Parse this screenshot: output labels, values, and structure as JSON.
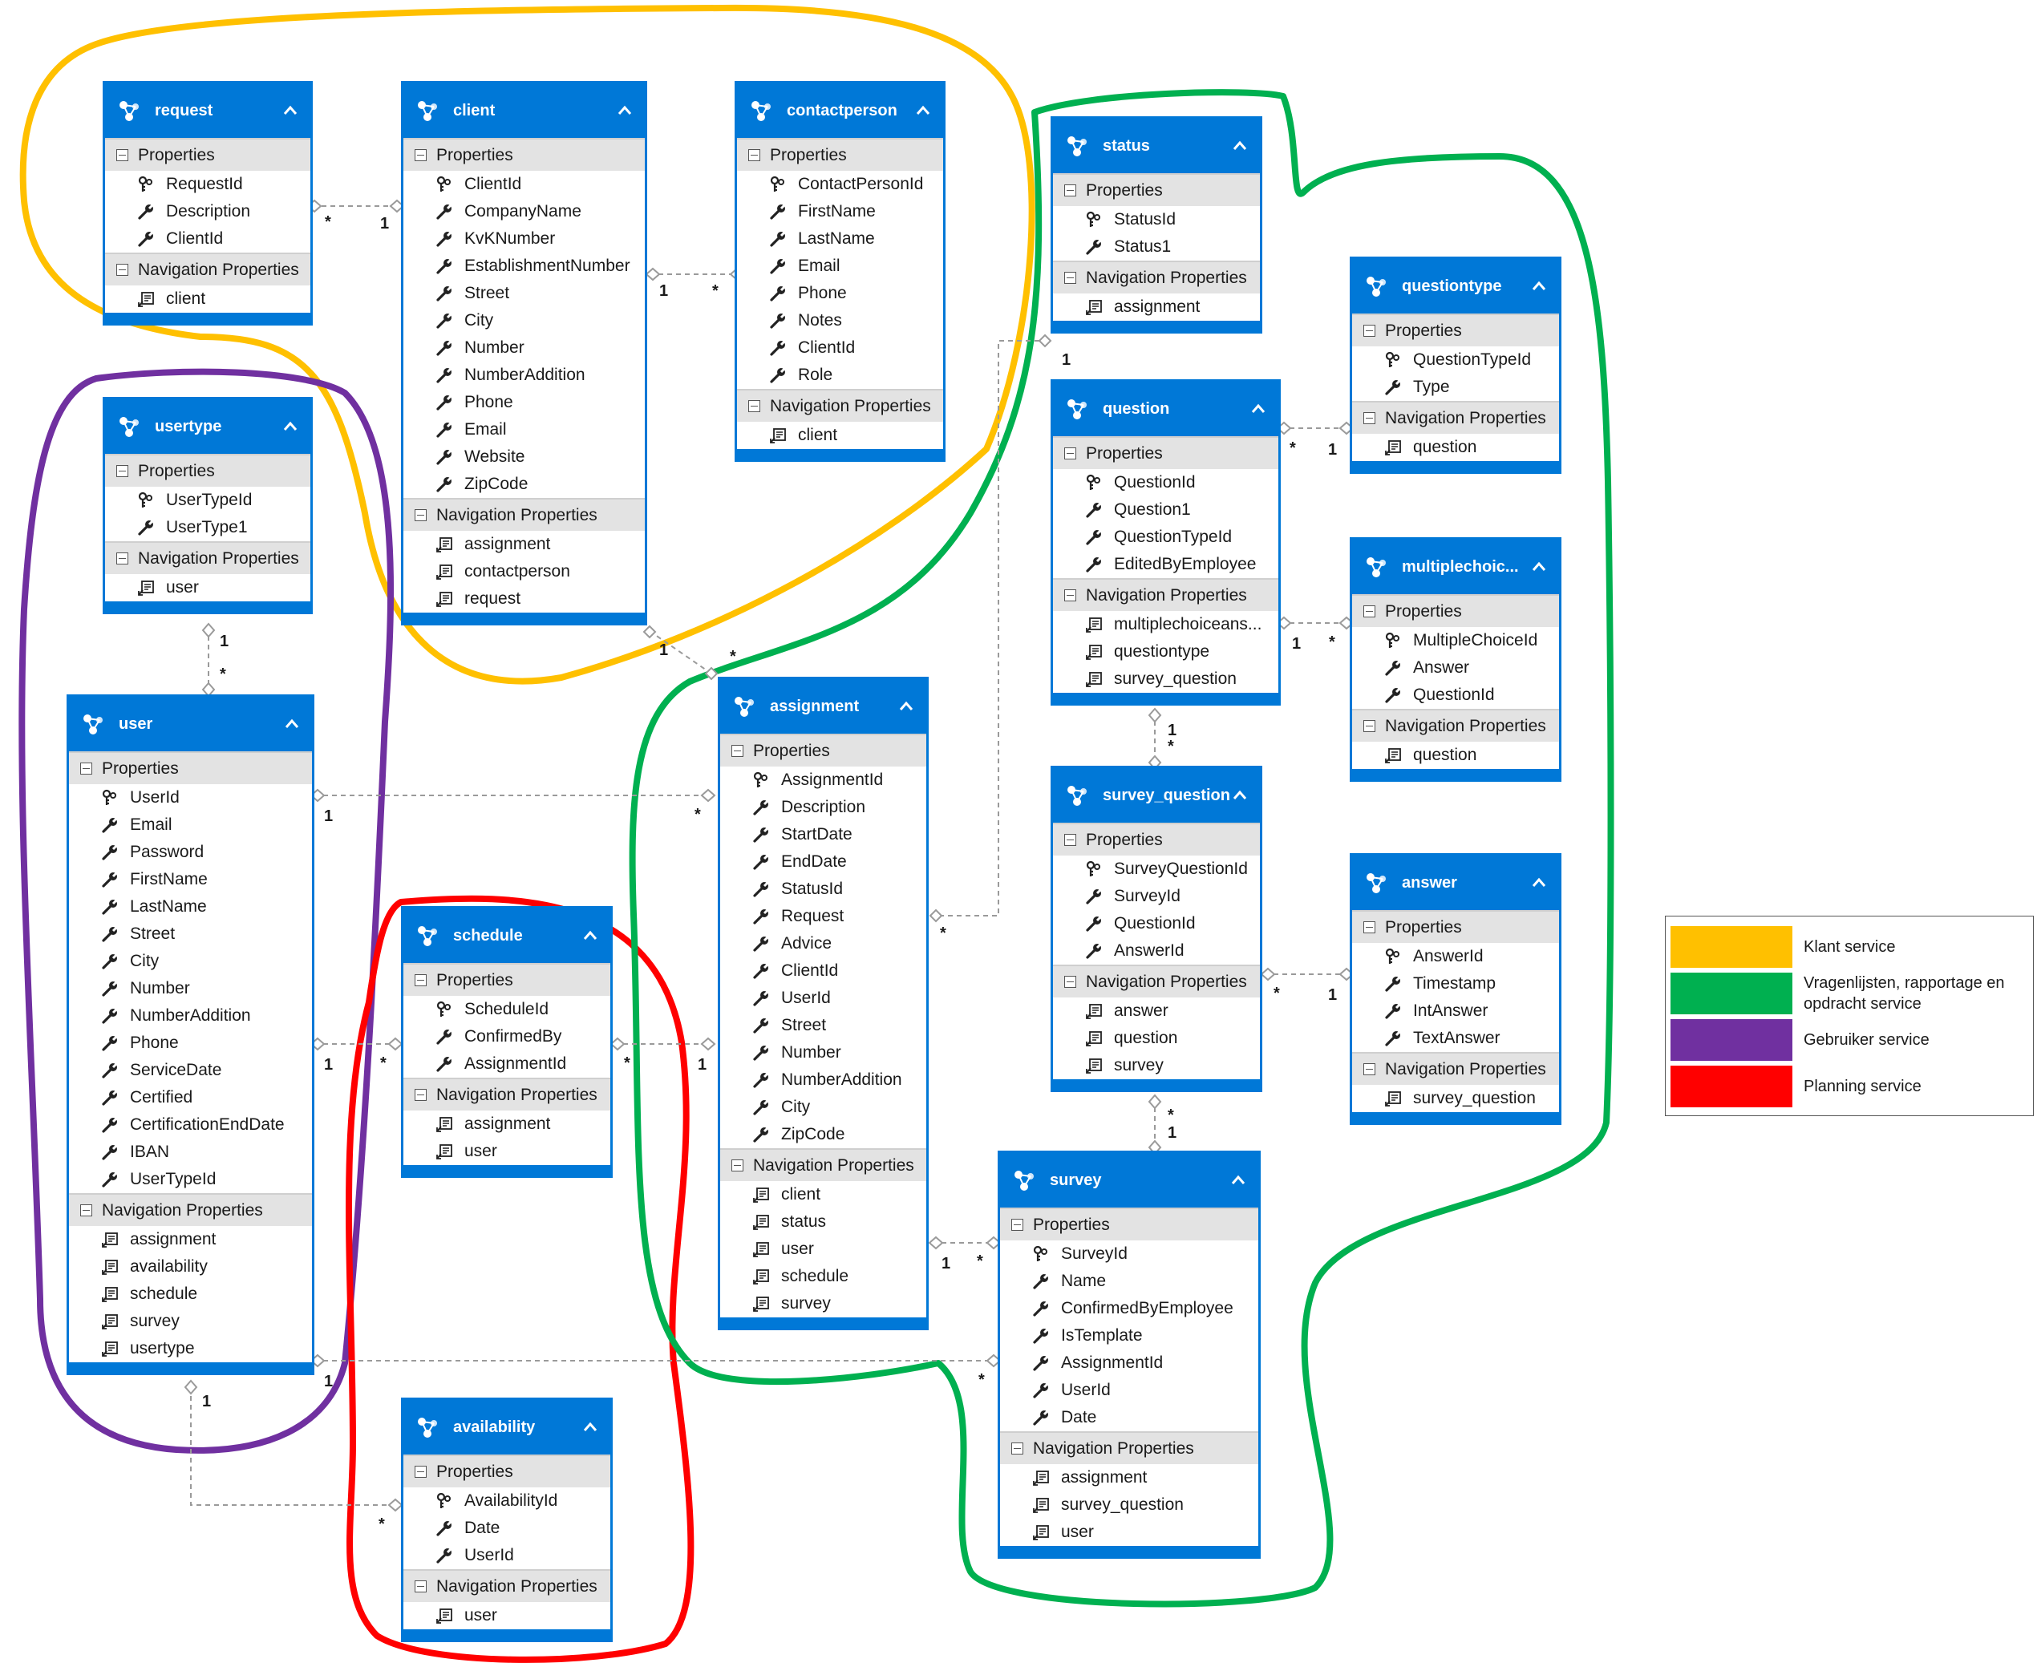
{
  "labels": {
    "properties": "Properties",
    "navigation": "Navigation Properties"
  },
  "colors": {
    "entity_blue": "#0078d7",
    "klant": "#ffc000",
    "vragen": "#00b050",
    "gebruiker": "#7030a0",
    "planning": "#ff0000"
  },
  "entities": {
    "request": {
      "title": "request",
      "properties": [
        "RequestId",
        "Description",
        "ClientId"
      ],
      "navigation": [
        "client"
      ]
    },
    "client": {
      "title": "client",
      "properties": [
        "ClientId",
        "CompanyName",
        "KvKNumber",
        "EstablishmentNumber",
        "Street",
        "City",
        "Number",
        "NumberAddition",
        "Phone",
        "Email",
        "Website",
        "ZipCode"
      ],
      "navigation": [
        "assignment",
        "contactperson",
        "request"
      ]
    },
    "contactperson": {
      "title": "contactperson",
      "properties": [
        "ContactPersonId",
        "FirstName",
        "LastName",
        "Email",
        "Phone",
        "Notes",
        "ClientId",
        "Role"
      ],
      "navigation": [
        "client"
      ]
    },
    "status": {
      "title": "status",
      "properties": [
        "StatusId",
        "Status1"
      ],
      "navigation": [
        "assignment"
      ]
    },
    "questiontype": {
      "title": "questiontype",
      "properties": [
        "QuestionTypeId",
        "Type"
      ],
      "navigation": [
        "question"
      ]
    },
    "question": {
      "title": "question",
      "properties": [
        "QuestionId",
        "Question1",
        "QuestionTypeId",
        "EditedByEmployee"
      ],
      "navigation": [
        "multiplechoiceans...",
        "questiontype",
        "survey_question"
      ]
    },
    "multiplechoice": {
      "title": "multiplechoic...",
      "properties": [
        "MultipleChoiceId",
        "Answer",
        "QuestionId"
      ],
      "navigation": [
        "question"
      ]
    },
    "usertype": {
      "title": "usertype",
      "properties": [
        "UserTypeId",
        "UserType1"
      ],
      "navigation": [
        "user"
      ]
    },
    "user": {
      "title": "user",
      "properties": [
        "UserId",
        "Email",
        "Password",
        "FirstName",
        "LastName",
        "Street",
        "City",
        "Number",
        "NumberAddition",
        "Phone",
        "ServiceDate",
        "Certified",
        "CertificationEndDate",
        "IBAN",
        "UserTypeId"
      ],
      "navigation": [
        "assignment",
        "availability",
        "schedule",
        "survey",
        "usertype"
      ]
    },
    "assignment": {
      "title": "assignment",
      "properties": [
        "AssignmentId",
        "Description",
        "StartDate",
        "EndDate",
        "StatusId",
        "Request",
        "Advice",
        "ClientId",
        "UserId",
        "Street",
        "Number",
        "NumberAddition",
        "City",
        "ZipCode"
      ],
      "navigation": [
        "client",
        "status",
        "user",
        "schedule",
        "survey"
      ]
    },
    "survey_question": {
      "title": "survey_question",
      "properties": [
        "SurveyQuestionId",
        "SurveyId",
        "QuestionId",
        "AnswerId"
      ],
      "navigation": [
        "answer",
        "question",
        "survey"
      ]
    },
    "answer": {
      "title": "answer",
      "properties": [
        "AnswerId",
        "Timestamp",
        "IntAnswer",
        "TextAnswer"
      ],
      "navigation": [
        "survey_question"
      ]
    },
    "schedule": {
      "title": "schedule",
      "properties": [
        "ScheduleId",
        "ConfirmedBy",
        "AssignmentId"
      ],
      "navigation": [
        "assignment",
        "user"
      ]
    },
    "survey": {
      "title": "survey",
      "properties": [
        "SurveyId",
        "Name",
        "ConfirmedByEmployee",
        "IsTemplate",
        "AssignmentId",
        "UserId",
        "Date"
      ],
      "navigation": [
        "assignment",
        "survey_question",
        "user"
      ]
    },
    "availability": {
      "title": "availability",
      "properties": [
        "AvailabilityId",
        "Date",
        "UserId"
      ],
      "navigation": [
        "user"
      ]
    }
  },
  "multiplicities": {
    "m1": "*",
    "m2": "1",
    "m3": "1",
    "m4": "*",
    "m5": "1",
    "m6": "*",
    "m7": "*",
    "m8": "1",
    "m9": "1",
    "m10": "*",
    "m11": "1",
    "m12": "*",
    "m13": "1",
    "m14": "*",
    "m15": "1",
    "m16": "*",
    "m17": "1",
    "m18": "*",
    "m19": "1",
    "m20": "*",
    "m21": "1",
    "m22": "*",
    "m23": "1",
    "m24": "*",
    "m25": "*",
    "m26": "1",
    "m27": "1",
    "m28": "*",
    "m29": "1",
    "m30": "*",
    "m31": "1",
    "m32": "*"
  },
  "legend": [
    {
      "label": "Klant service",
      "color": "#ffc000"
    },
    {
      "label": "Vragenlijsten, rapportage en opdracht service",
      "color": "#00b050"
    },
    {
      "label": "Gebruiker service",
      "color": "#7030a0"
    },
    {
      "label": "Planning service",
      "color": "#ff0000"
    }
  ]
}
